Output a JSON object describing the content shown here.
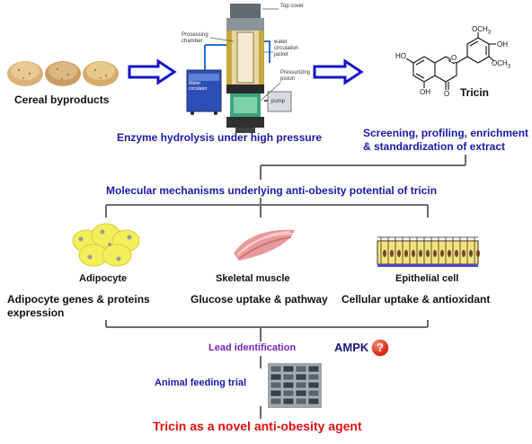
{
  "colors": {
    "arrow_blue": "#1414c8",
    "text_blue": "#1a1aa6",
    "text_purple": "#7a22b8",
    "text_red": "#e01010",
    "line_gray": "#6a6a6a"
  },
  "top": {
    "cereal_label": "Cereal byproducts",
    "reactor": {
      "top_cover": "Top cover",
      "processing_chamber": "Processing\nchamber",
      "water_circulation_jacket": "water\ncirculation\njacket",
      "water_circulator": "Water\ncirculator",
      "pressurizing_piston": "Pressurizing\npiston",
      "pump": "pump"
    },
    "enzyme_label": "Enzyme hydrolysis under high pressure",
    "tricin_label": "Tricin",
    "molecule": {
      "ho_top": "HO",
      "ho_bottom": "OH",
      "o_carbonyl": "O",
      "o_ring": "O",
      "och3_top": "OCH",
      "och3_bottom": "OCH",
      "sub3": "3",
      "oh_right": "OH"
    },
    "screening_line1": "Screening, profiling, enrichment",
    "screening_line2": "& standardization of extract"
  },
  "mechanism_title": "Molecular mechanisms underlying anti-obesity potential of tricin",
  "cells": {
    "adipocyte": {
      "name": "Adipocyte",
      "desc_line1": "Adipocyte genes & proteins",
      "desc_line2": "expression"
    },
    "muscle": {
      "name": "Skeletal muscle",
      "desc": "Glucose uptake & pathway"
    },
    "epithelial": {
      "name": "Epithelial cell",
      "desc": "Cellular uptake & antioxidant"
    }
  },
  "lead": {
    "label": "Lead identification",
    "ampk": "AMPK",
    "question": "?"
  },
  "animal_trial": "Animal feeding trial",
  "conclusion": "Tricin as a novel anti-obesity agent"
}
